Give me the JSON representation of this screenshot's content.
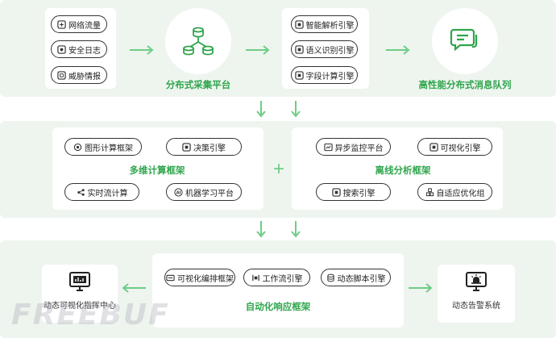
{
  "top": {
    "sources": [
      "网络流量",
      "安全日志",
      "威胁情报"
    ],
    "collect_platform": "分布式采集平台",
    "engines": [
      "智能解析引擎",
      "语义识别引擎",
      "字段计算引擎"
    ],
    "queue": "高性能分布式消息队列"
  },
  "middle": {
    "multi": {
      "title": "多维计算框架",
      "items": [
        "图形计算框架",
        "决策引擎",
        "实时流计算",
        "机器学习平台"
      ]
    },
    "offline": {
      "title": "离线分析框架",
      "items": [
        "异步监控平台",
        "可视化引擎",
        "搜索引擎",
        "自适应优化组"
      ]
    }
  },
  "bottom": {
    "title": "自动化响应框架",
    "items": [
      "可视化编排框架",
      "工作流引擎",
      "动态脚本引擎"
    ],
    "left_label": "动态可视化指挥中心",
    "right_label": "动态告警系统"
  },
  "watermark": "FREEBUF",
  "colors": {
    "accent": "#2fa54c",
    "band": "#eef5ef",
    "arrow": "#6fcc85"
  }
}
